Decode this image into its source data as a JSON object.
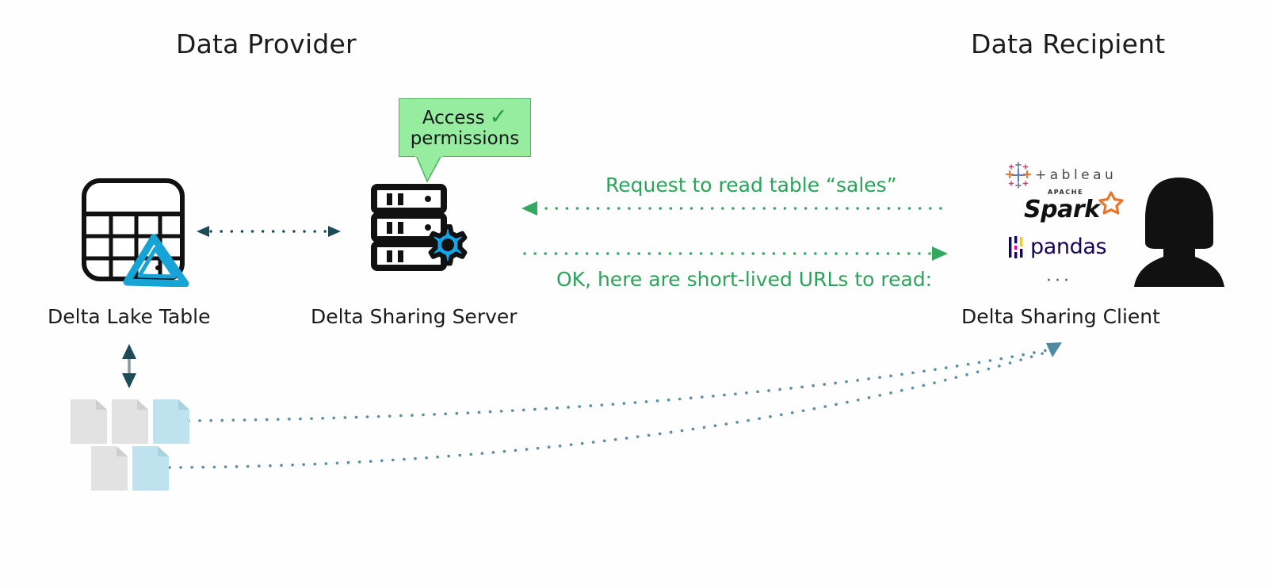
{
  "diagram": {
    "title_left": "Data Provider",
    "title_right": "Data Recipient",
    "nodes": {
      "table": {
        "caption": "Delta Lake Table",
        "icon": "table-grid-icon",
        "badge_icon": "delta-lake-triangle-icon"
      },
      "server": {
        "caption": "Delta Sharing Server",
        "icon": "server-rack-icon",
        "badge_icon": "gear-icon"
      },
      "client": {
        "caption": "Delta Sharing Client",
        "icon": "person-silhouette-icon"
      }
    },
    "bubble": {
      "line1": "Access",
      "line2": "permissions",
      "check": "✓",
      "fill_color": "#96eda0",
      "border_color": "#56b463",
      "check_color": "#1f9b3f"
    },
    "flows": [
      {
        "id": "request",
        "label": "Request to read table “sales”",
        "direction": "right-to-left",
        "color": "#2aa45a",
        "style": "dotted"
      },
      {
        "id": "response",
        "label": "OK, here are short-lived URLs to read:",
        "direction": "left-to-right",
        "color": "#2aa45a",
        "style": "dotted"
      }
    ],
    "connectors": [
      {
        "id": "table-server-link",
        "direction": "bidirectional",
        "color": "#1b4b57",
        "style": "dotted"
      },
      {
        "id": "table-files-link",
        "direction": "bidirectional",
        "color": "#1b4b57",
        "style": "solid"
      },
      {
        "id": "files-client-link-top",
        "direction": "left-to-right",
        "color": "#5b8fa8",
        "style": "dotted"
      },
      {
        "id": "files-client-link-bottom",
        "direction": "left-to-right",
        "color": "#5b8fa8",
        "style": "dotted"
      }
    ],
    "client_logos": [
      {
        "name": "tableau",
        "word": "+ableau",
        "accent_color": "#5b7fbf"
      },
      {
        "name": "spark",
        "word": "Spark",
        "superscript": "APACHE",
        "accent_color": "#e8762c"
      },
      {
        "name": "pandas",
        "word": "pandas",
        "accent_color": "#150458"
      },
      {
        "name": "more",
        "word": "···",
        "accent_color": "#555555"
      }
    ],
    "files": [
      {
        "id": "f1",
        "color": "gray"
      },
      {
        "id": "f2",
        "color": "gray"
      },
      {
        "id": "f3",
        "color": "blue"
      },
      {
        "id": "f4",
        "color": "gray"
      },
      {
        "id": "f5",
        "color": "blue"
      }
    ],
    "colors": {
      "file_gray": "#e2e2e2",
      "file_blue": "#bfe3ee",
      "delta_blue": "#16a3d6",
      "gear_blue": "#13a5e8",
      "text": "#1c1c1c",
      "background": "#fefefe"
    }
  }
}
